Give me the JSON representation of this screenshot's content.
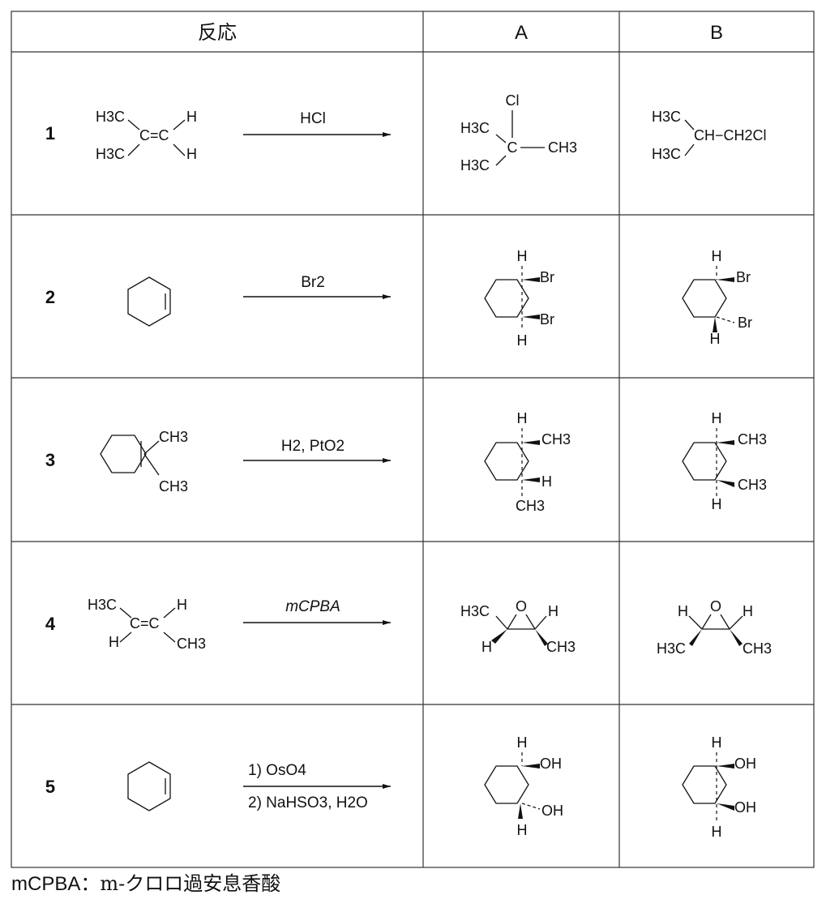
{
  "header": {
    "reaction": "反応",
    "col_a": "A",
    "col_b": "B"
  },
  "rows": [
    {
      "number": "1",
      "reagent": "HCl",
      "reactant": {
        "tl": "H3C",
        "tr": "H",
        "bl": "H3C",
        "br": "H",
        "center": "C=C"
      },
      "product_a": {
        "top": "Cl",
        "left_top": "H3C",
        "left_bottom": "H3C",
        "right": "CH3",
        "center": "C"
      },
      "product_b": {
        "top_left": "H3C",
        "bottom_left": "H3C",
        "chain": "CH−CH2Cl"
      }
    },
    {
      "number": "2",
      "reagent": "Br2",
      "product_a": {
        "top_h": "H",
        "bottom_h": "H",
        "sub1": "Br",
        "sub2": "Br"
      },
      "product_b": {
        "top_h": "H",
        "bottom_h": "H",
        "sub1": "Br",
        "sub2": "Br"
      }
    },
    {
      "number": "3",
      "reagent": "H2, PtO2",
      "reactant": {
        "sub1": "CH3",
        "sub2": "CH3"
      },
      "product_a": {
        "top_h": "H",
        "sub1": "CH3",
        "sub2": "H",
        "bottom": "CH3"
      },
      "product_b": {
        "top_h": "H",
        "sub1": "CH3",
        "sub2": "CH3",
        "bottom_h": "H"
      }
    },
    {
      "number": "4",
      "reagent": "mCPBA",
      "reactant": {
        "tl": "H3C",
        "tr": "H",
        "bl": "H",
        "br": "CH3",
        "center": "C=C"
      },
      "product_a": {
        "o": "O",
        "tl": "H3C",
        "tr": "H",
        "bl": "H",
        "br": "CH3"
      },
      "product_b": {
        "o": "O",
        "tl": "H",
        "tr": "H",
        "bl": "H3C",
        "br": "CH3"
      }
    },
    {
      "number": "5",
      "reagent_line1": "1) OsO4",
      "reagent_line2": "2) NaHSO3, H2O",
      "product_a": {
        "top_h": "H",
        "sub1": "OH",
        "sub2": "OH",
        "bottom_h": "H"
      },
      "product_b": {
        "top_h": "H",
        "sub1": "OH",
        "sub2": "OH",
        "bottom_h": "H"
      }
    }
  ],
  "footnote": {
    "abbr": "mCPBA",
    "separator": "：",
    "definition": "m-クロロ過安息香酸"
  }
}
